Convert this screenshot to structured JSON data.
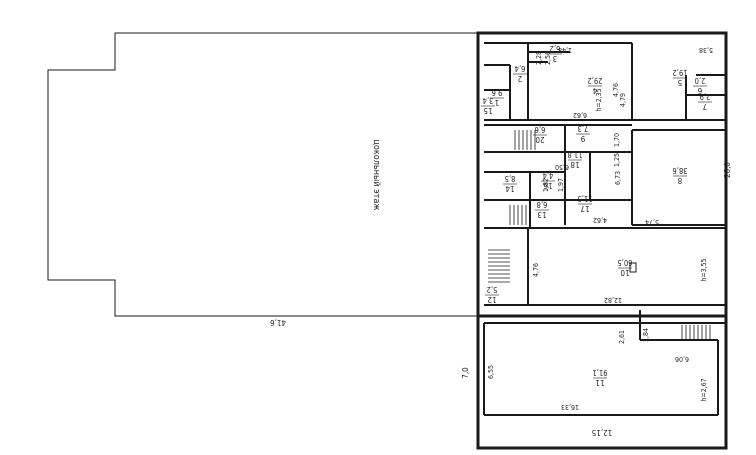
{
  "plan": {
    "basement_label": "цокольный этаж",
    "dims": {
      "total_length": "41,6",
      "total_width": "26,0",
      "lower_width": "12,15",
      "offset": "7,0"
    },
    "rooms": [
      {
        "num": "1",
        "area": "9,6"
      },
      {
        "num": "2",
        "area": "6,4"
      },
      {
        "num": "3",
        "area": "6,2"
      },
      {
        "num": "4",
        "area": "29,2"
      },
      {
        "num": "5",
        "area": "19,2"
      },
      {
        "num": "6",
        "area": "2,0"
      },
      {
        "num": "7",
        "area": "2,9"
      },
      {
        "num": "8",
        "area": "38,6"
      },
      {
        "num": "9",
        "area": "7,3"
      },
      {
        "num": "10",
        "area": "60,5"
      },
      {
        "num": "11",
        "area": "91,1"
      },
      {
        "num": "12",
        "area": "5,2"
      },
      {
        "num": "13",
        "area": "6,8"
      },
      {
        "num": "14",
        "area": "8,5"
      },
      {
        "num": "15",
        "area": "3,4"
      },
      {
        "num": "16",
        "area": "4,4"
      },
      {
        "num": "17",
        "area": "11,5"
      },
      {
        "num": "18",
        "area": "11,8"
      },
      {
        "num": "20",
        "area": "6,6"
      }
    ],
    "measurements": [
      "1,48",
      "6,62",
      "4,76",
      "h=2,35",
      "5,38",
      "4,79",
      "6,73",
      "5,74",
      "1,70",
      "1,25",
      "6,50",
      "1,82",
      "1,97",
      "4,62",
      "h=3,55",
      "4,76",
      "12,82",
      "2,61",
      "1,84",
      "6,55",
      "6,06",
      "16,33",
      "h=2,67",
      "2,56",
      "2,28"
    ]
  }
}
